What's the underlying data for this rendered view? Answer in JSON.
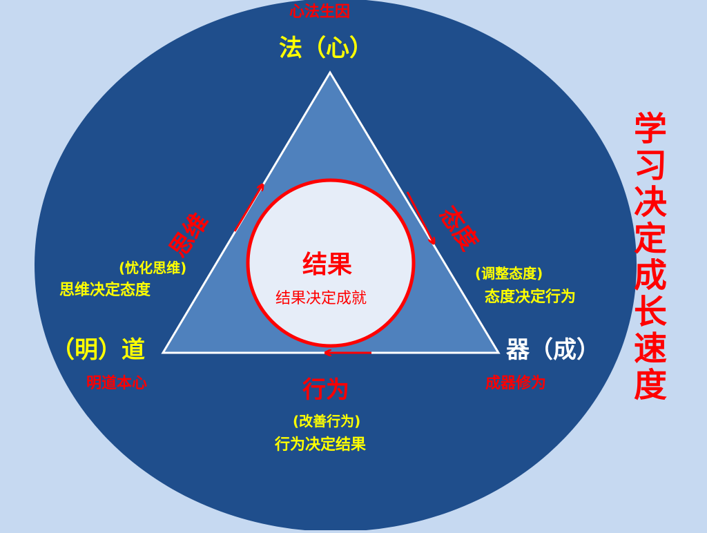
{
  "colors": {
    "background": "#c6d9f1",
    "outer_circle": "#1f4e8c",
    "triangle_fill": "#4f81bd",
    "inner_circle": "#e6edf8",
    "red": "#ff0000",
    "yellow": "#ffff00"
  },
  "title_vertical": "学习决定成长速度",
  "top": {
    "subtitle": "心法生因",
    "title": "法（心）"
  },
  "left": {
    "title": "（明）道",
    "subtitle": "明道本心"
  },
  "right": {
    "title": "器（成）",
    "subtitle": "成器修为"
  },
  "center": {
    "title": "结果",
    "subtitle": "结果决定成就"
  },
  "sides": {
    "left": {
      "label": "思维",
      "paren": "(忧化思维)",
      "desc": "思维决定态度"
    },
    "right": {
      "label": "态度",
      "paren": "(调整态度)",
      "desc": "态度决定行为"
    },
    "bottom": {
      "label": "行为",
      "paren": "(改善行为)",
      "desc": "行为决定结果"
    }
  }
}
